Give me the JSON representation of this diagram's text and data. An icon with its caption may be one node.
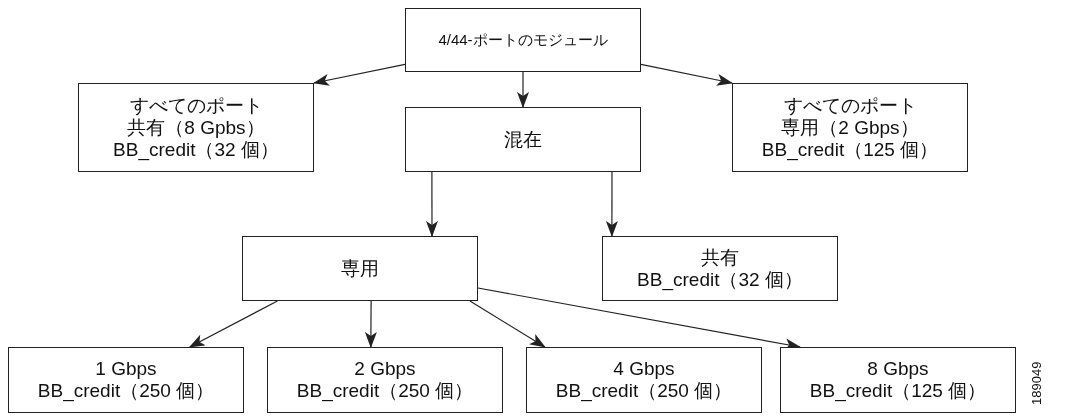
{
  "diagram": {
    "nodes": [
      {
        "text": [
          "4/44-ポートのモジュール"
        ]
      },
      {
        "text": [
          "すべてのポート",
          "共有（8 Gpbs）",
          "BB_credit（32 個）"
        ]
      },
      {
        "text": [
          "混在"
        ]
      },
      {
        "text": [
          "すべてのポート",
          "専用（2 Gbps）",
          "BB_credit（125 個）"
        ]
      },
      {
        "text": [
          "専用"
        ]
      },
      {
        "text": [
          "共有",
          "BB_credit（32 個）"
        ]
      },
      {
        "text": [
          "1 Gbps",
          "BB_credit（250 個）"
        ]
      },
      {
        "text": [
          "2 Gbps",
          "BB_credit（250 個）"
        ]
      },
      {
        "text": [
          "4 Gbps",
          "BB_credit（250 個）"
        ]
      },
      {
        "text": [
          "8 Gbps",
          "BB_credit（125 個）"
        ]
      }
    ],
    "edges": [
      {
        "from": 0,
        "to": 1,
        "arrow": "to"
      },
      {
        "from": 0,
        "to": 2,
        "arrow": "to"
      },
      {
        "from": 0,
        "to": 3,
        "arrow": "to"
      },
      {
        "from": 2,
        "to": 4,
        "arrow": "to"
      },
      {
        "from": 2,
        "to": 5,
        "arrow": "to"
      },
      {
        "from": 4,
        "to": 6,
        "arrow": "to"
      },
      {
        "from": 4,
        "to": 7,
        "arrow": "to"
      },
      {
        "from": 4,
        "to": 8,
        "arrow": "to"
      },
      {
        "from": 4,
        "to": 9,
        "arrow": "to"
      }
    ],
    "labels": [
      "189049"
    ]
  }
}
